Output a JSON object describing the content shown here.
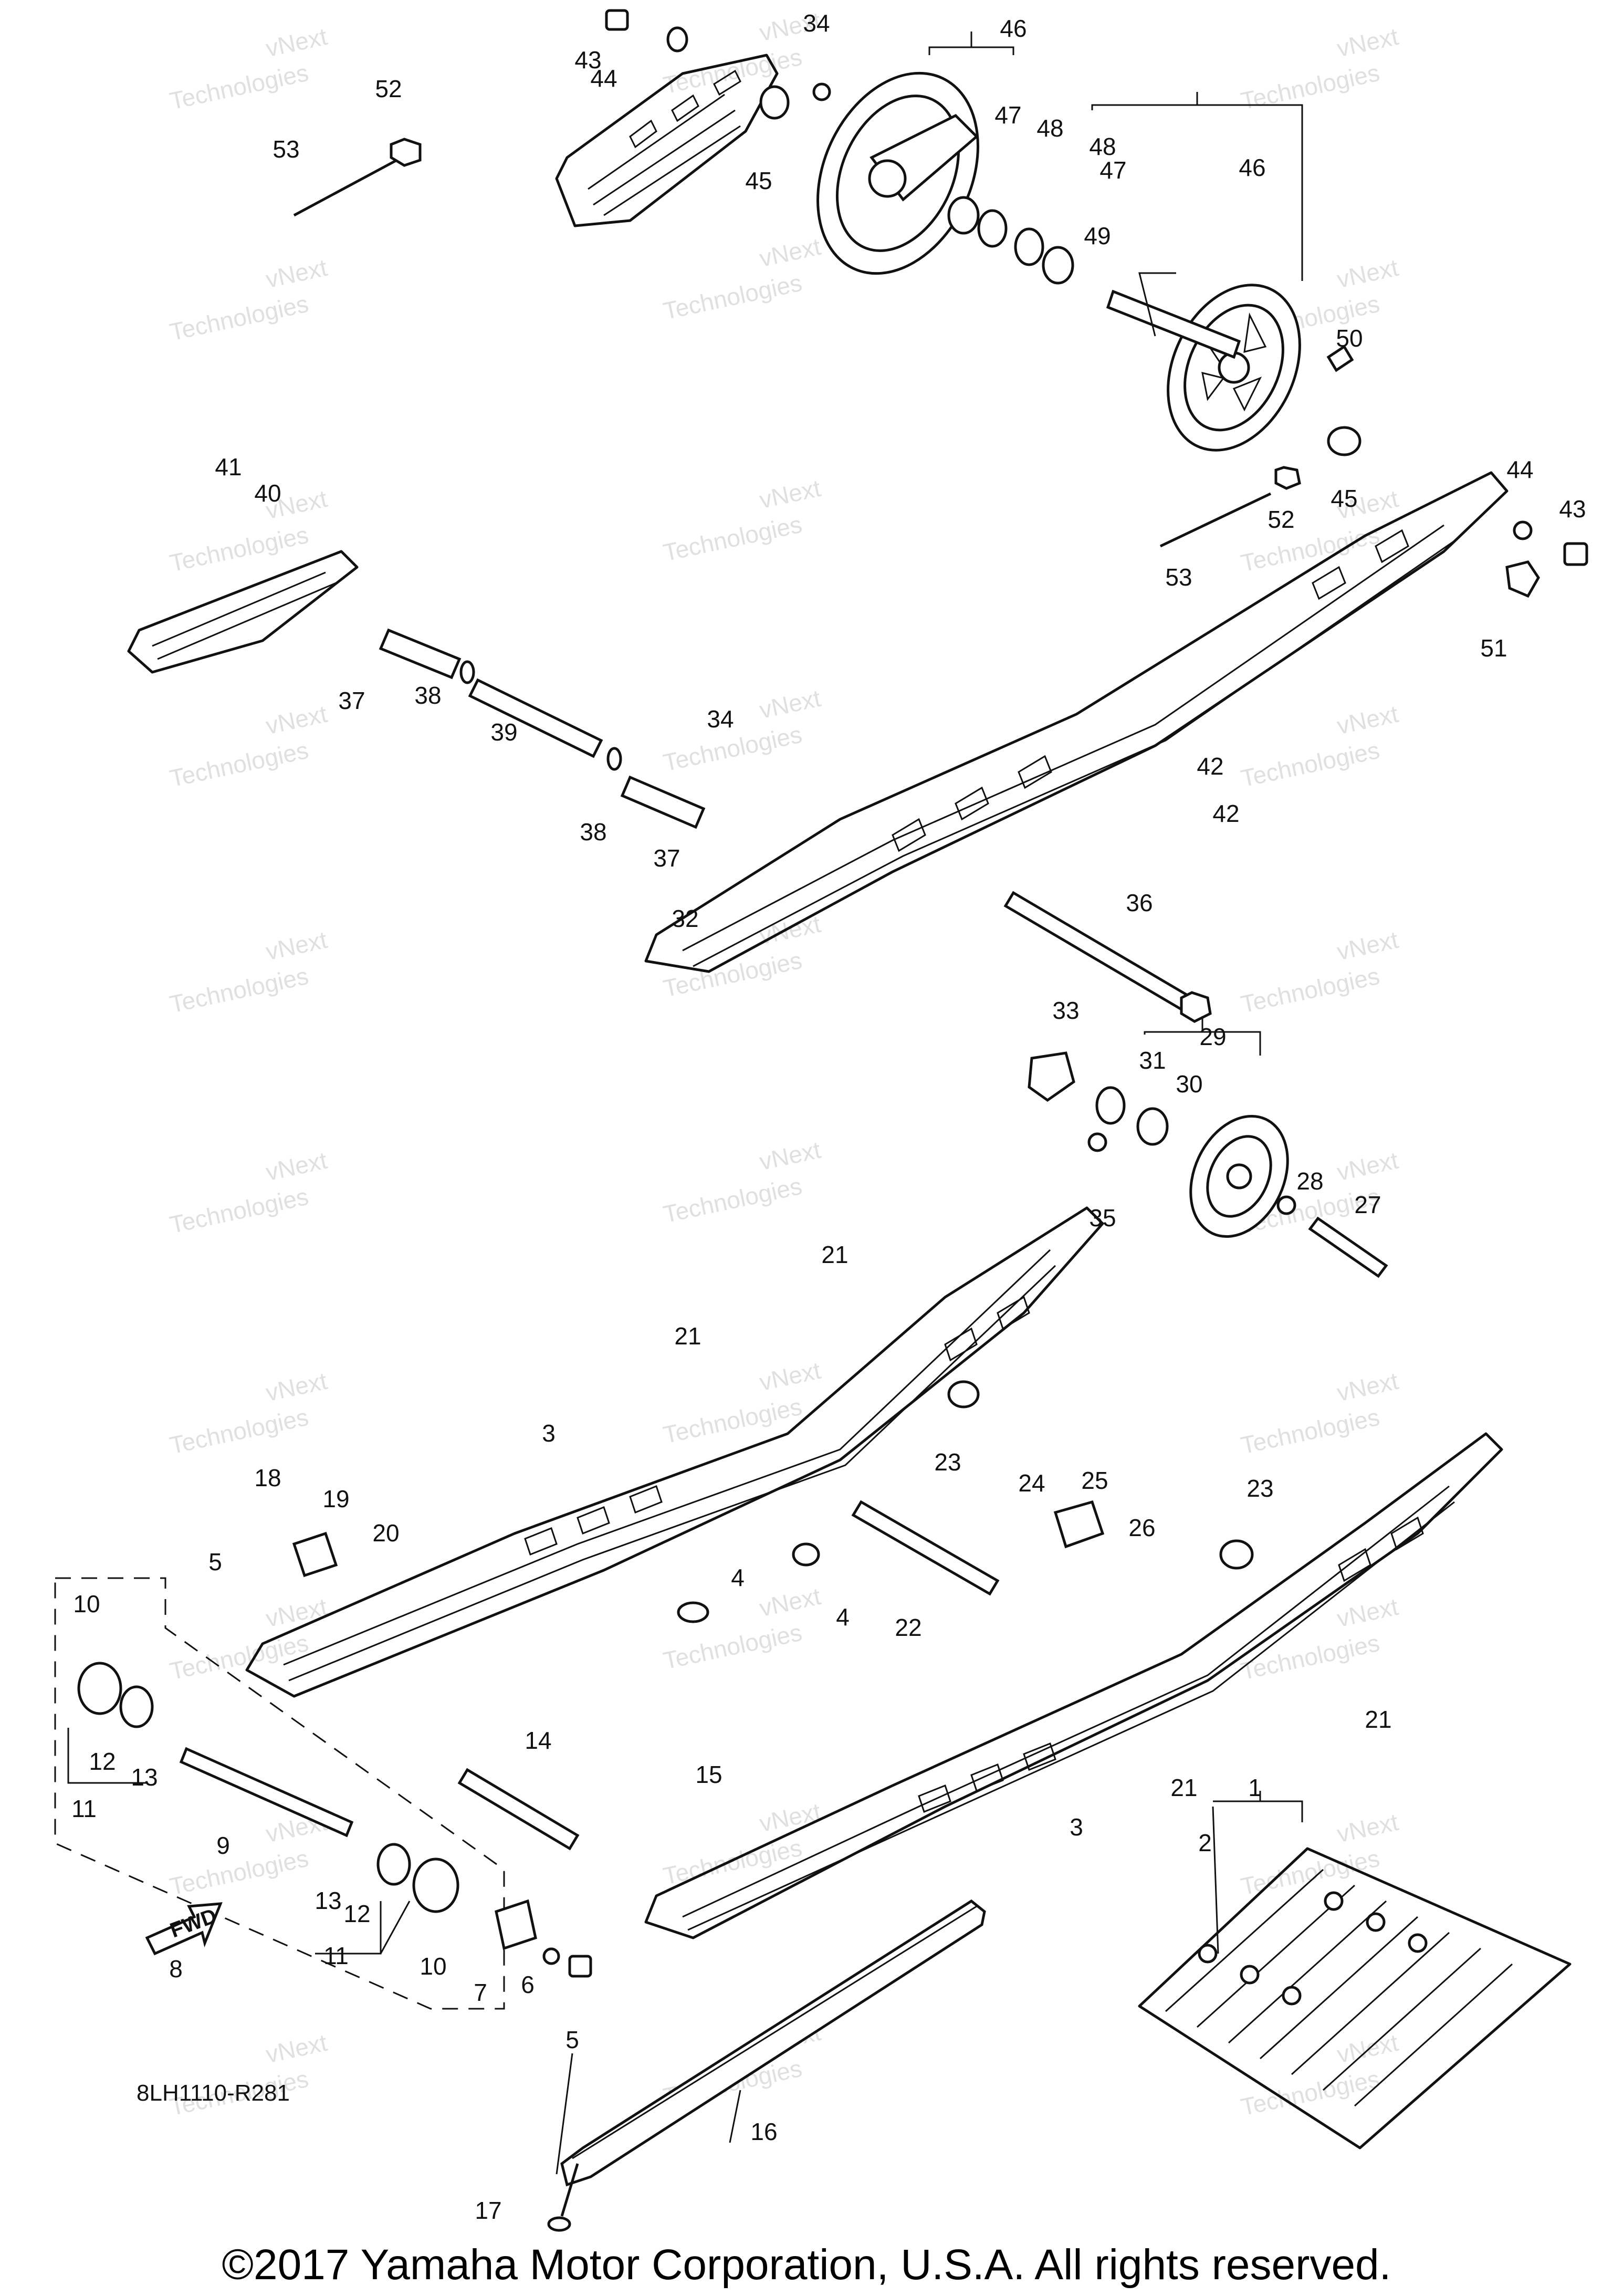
{
  "diagram": {
    "code": "8LH1110-R281",
    "fwd_label": "FWD",
    "copyright": "©2017 Yamaha Motor Corporation, U.S.A. All rights reserved.",
    "watermark": [
      "vNext",
      "Technologies"
    ],
    "callouts": [
      {
        "id": "c43a",
        "text": "43"
      },
      {
        "id": "c44a",
        "text": "44"
      },
      {
        "id": "c34a",
        "text": "34"
      },
      {
        "id": "c46a",
        "text": "46"
      },
      {
        "id": "c52a",
        "text": "52"
      },
      {
        "id": "c53a",
        "text": "53"
      },
      {
        "id": "c45a",
        "text": "45"
      },
      {
        "id": "c47a",
        "text": "47"
      },
      {
        "id": "c48a",
        "text": "48"
      },
      {
        "id": "c48b",
        "text": "48"
      },
      {
        "id": "c47b",
        "text": "47"
      },
      {
        "id": "c46b",
        "text": "46"
      },
      {
        "id": "c49",
        "text": "49"
      },
      {
        "id": "c50",
        "text": "50"
      },
      {
        "id": "c41",
        "text": "41"
      },
      {
        "id": "c40",
        "text": "40"
      },
      {
        "id": "c45b",
        "text": "45"
      },
      {
        "id": "c52b",
        "text": "52"
      },
      {
        "id": "c53b",
        "text": "53"
      },
      {
        "id": "c44b",
        "text": "44"
      },
      {
        "id": "c43b",
        "text": "43"
      },
      {
        "id": "c51",
        "text": "51"
      },
      {
        "id": "c37a",
        "text": "37"
      },
      {
        "id": "c38a",
        "text": "38"
      },
      {
        "id": "c39",
        "text": "39"
      },
      {
        "id": "c38b",
        "text": "38"
      },
      {
        "id": "c37b",
        "text": "37"
      },
      {
        "id": "c34b",
        "text": "34"
      },
      {
        "id": "c42a",
        "text": "42"
      },
      {
        "id": "c42b",
        "text": "42"
      },
      {
        "id": "c32",
        "text": "32"
      },
      {
        "id": "c36",
        "text": "36"
      },
      {
        "id": "c33",
        "text": "33"
      },
      {
        "id": "c29",
        "text": "29"
      },
      {
        "id": "c31",
        "text": "31"
      },
      {
        "id": "c30",
        "text": "30"
      },
      {
        "id": "c28",
        "text": "28"
      },
      {
        "id": "c35",
        "text": "35"
      },
      {
        "id": "c27",
        "text": "27"
      },
      {
        "id": "c21a",
        "text": "21"
      },
      {
        "id": "c21b",
        "text": "21"
      },
      {
        "id": "c23a",
        "text": "23"
      },
      {
        "id": "c3a",
        "text": "3"
      },
      {
        "id": "c24",
        "text": "24"
      },
      {
        "id": "c25",
        "text": "25"
      },
      {
        "id": "c26",
        "text": "26"
      },
      {
        "id": "c23b",
        "text": "23"
      },
      {
        "id": "c18",
        "text": "18"
      },
      {
        "id": "c19",
        "text": "19"
      },
      {
        "id": "c20",
        "text": "20"
      },
      {
        "id": "c5a",
        "text": "5"
      },
      {
        "id": "c4a",
        "text": "4"
      },
      {
        "id": "c22",
        "text": "22"
      },
      {
        "id": "c4b",
        "text": "4"
      },
      {
        "id": "c21c",
        "text": "21"
      },
      {
        "id": "c10a",
        "text": "10"
      },
      {
        "id": "c12a",
        "text": "12"
      },
      {
        "id": "c13a",
        "text": "13"
      },
      {
        "id": "c11a",
        "text": "11"
      },
      {
        "id": "c14",
        "text": "14"
      },
      {
        "id": "c15",
        "text": "15"
      },
      {
        "id": "c21d",
        "text": "21"
      },
      {
        "id": "c3b",
        "text": "3"
      },
      {
        "id": "c1",
        "text": "1"
      },
      {
        "id": "c2",
        "text": "2"
      },
      {
        "id": "c9",
        "text": "9"
      },
      {
        "id": "c13b",
        "text": "13"
      },
      {
        "id": "c12b",
        "text": "12"
      },
      {
        "id": "c11b",
        "text": "11"
      },
      {
        "id": "c10b",
        "text": "10"
      },
      {
        "id": "c7",
        "text": "7"
      },
      {
        "id": "c6",
        "text": "6"
      },
      {
        "id": "c5b",
        "text": "5"
      },
      {
        "id": "c8",
        "text": "8"
      },
      {
        "id": "c16",
        "text": "16"
      },
      {
        "id": "c17",
        "text": "17"
      }
    ]
  }
}
